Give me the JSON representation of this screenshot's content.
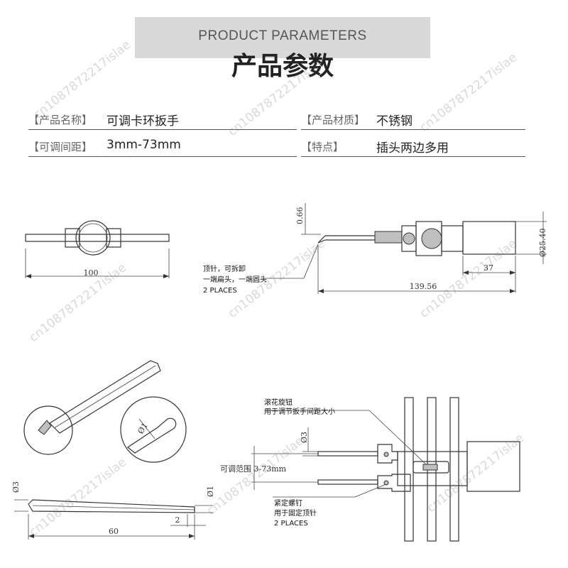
{
  "header": {
    "title_en": "PRODUCT PARAMETERS",
    "title_cn": "产品参数"
  },
  "params": [
    {
      "key": "【产品名称】",
      "value": "可调卡环扳手"
    },
    {
      "key": "【产品材质】",
      "value": "不锈钢"
    },
    {
      "key": "【可调间距】",
      "value": "3mm-73mm"
    },
    {
      "key": "【特点】",
      "value": "插头两边多用"
    }
  ],
  "dimensions": {
    "pin_tip_height": "0.66",
    "handle_diameter": "Ø25.40",
    "handle_length": "37",
    "overall_length": "139.56",
    "top_width": "100",
    "pin_diameter": "Ø3",
    "pin_tip_diameter": "Ø1",
    "pin_length": "60",
    "pin_tip_length": "2"
  },
  "annotations": {
    "pin_note_1": "顶针，可拆卸",
    "pin_note_2": "一端扁头，一端圆头",
    "pin_note_3": "2 PLACES",
    "knob_note_1": "滚花旋钮",
    "knob_note_2": "用于调节扳手间距大小",
    "range_label": "可调范围 3-73mm",
    "screw_note_1": "紧定螺钉",
    "screw_note_2": "用于固定顶针",
    "screw_note_3": "2 PLACES"
  },
  "watermark": "cn1087872217islae"
}
